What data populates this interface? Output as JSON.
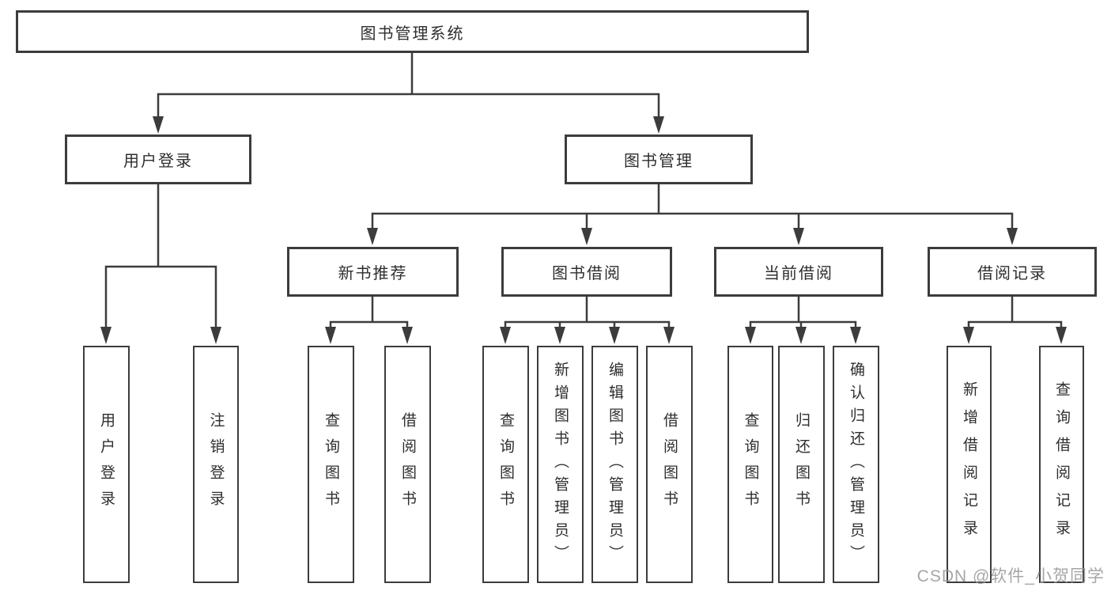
{
  "tree": {
    "root": "图书管理系统",
    "userLogin": {
      "label": "用户登录",
      "children": [
        "用户登录",
        "注销登录"
      ]
    },
    "bookMgmt": {
      "label": "图书管理",
      "children": [
        {
          "label": "新书推荐",
          "children": [
            "查询图书",
            "借阅图书"
          ]
        },
        {
          "label": "图书借阅",
          "children": [
            "查询图书",
            "新增图书（管理员）",
            "编辑图书（管理员）",
            "借阅图书"
          ]
        },
        {
          "label": "当前借阅",
          "children": [
            "查询图书",
            "归还图书",
            "确认归还（管理员）"
          ]
        },
        {
          "label": "借阅记录",
          "children": [
            "新增借阅记录",
            "查询借阅记录"
          ]
        }
      ]
    }
  },
  "watermark": "CSDN @软件_小贺同学",
  "colors": {
    "line": "#3c3c3c",
    "text": "#2e2e2e",
    "background": "#ffffff",
    "watermark": "#969696"
  }
}
